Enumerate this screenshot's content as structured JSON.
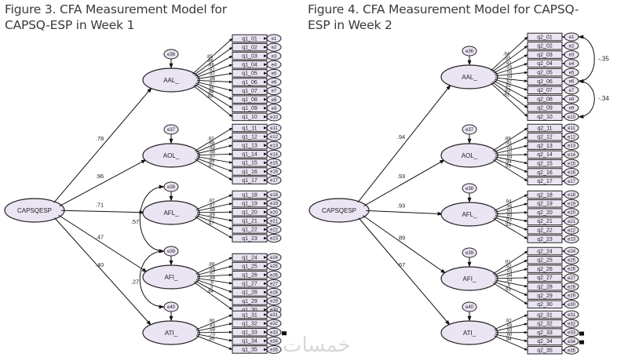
{
  "figures": [
    {
      "id": "week1",
      "title_line1": "Figure 3. CFA Measurement Model for",
      "title_line2": "CAPSQ-ESP in Week 1",
      "root": "CAPSQESP",
      "factors": [
        {
          "name": "AAL_",
          "error": "e36",
          "loading": ".78",
          "items": [
            "q1_01",
            "q1_02",
            "q1_03",
            "q1_04",
            "q1_05",
            "q1_06",
            "q1_07",
            "q1_08",
            "q1_09",
            "q1_10"
          ],
          "errors": [
            "e1",
            "e2",
            "e3",
            "e4",
            "e5",
            "e6",
            "e7",
            "e8",
            "e9",
            "e10"
          ],
          "item_loadings": [
            ".85",
            ".86",
            ".86",
            ".87",
            ".87",
            ".86",
            ".87",
            ".86",
            ".88",
            ".83"
          ]
        },
        {
          "name": "AOL_",
          "error": "e37",
          "loading": ".96",
          "items": [
            "q1_11",
            "q1_12",
            "q1_13",
            "q1_14",
            "q1_15",
            "q1_16",
            "q1_17"
          ],
          "errors": [
            "e11",
            "e12",
            "e13",
            "e14",
            "e15",
            "e16",
            "e17"
          ],
          "item_loadings": [
            ".82",
            ".88",
            ".89",
            ".88",
            ".87",
            ".88",
            ".87"
          ]
        },
        {
          "name": "AFL_",
          "error": "e38",
          "loading": ".71",
          "items": [
            "q1_18",
            "q1_19",
            "q1_20",
            "q1_21",
            "q1_22",
            "q1_23"
          ],
          "errors": [
            "e18",
            "e19",
            "e20",
            "e21",
            "e22",
            "e23"
          ],
          "item_loadings": [
            ".87",
            ".87",
            ".88",
            ".86",
            ".87",
            ".87"
          ]
        },
        {
          "name": "AFI_",
          "error": "e39",
          "loading": ".47",
          "items": [
            "q1_24",
            "q1_25",
            "q1_26",
            "q1_27",
            "q1_28",
            "q1_29",
            "q1_30"
          ],
          "errors": [
            "e24",
            "e25",
            "e26",
            "e27",
            "e28",
            "e29",
            "e30"
          ],
          "item_loadings": [
            ".89",
            ".89",
            ".87",
            ".88",
            ".8",
            ".3",
            ".84"
          ]
        },
        {
          "name": "ATI_",
          "error": "e40",
          "loading": ".40",
          "items": [
            "q1_31",
            "q1_32",
            "q1_33",
            "q1_34",
            "q1_35"
          ],
          "errors": [
            "e31",
            "e32",
            "e33",
            "e34",
            "e35"
          ],
          "item_loadings": [
            ".90",
            ".83",
            ".69",
            ".70",
            ".89"
          ]
        }
      ],
      "covariances": [
        {
          "from": "e38",
          "to": "e39",
          "value": ".57"
        },
        {
          "from": "e39",
          "to": "e40",
          "value": ".27"
        }
      ]
    },
    {
      "id": "week2",
      "title_line1": "Figure 4. CFA Measurement Model for CAPSQ-",
      "title_line2": "ESP in Week 2",
      "root": "CAPSQESP",
      "factors": [
        {
          "name": "AAL_",
          "error": "e36",
          "loading": ".94",
          "items": [
            "q2_01",
            "q2_02",
            "q2_03",
            "q2_04",
            "q2_05",
            "q2_06",
            "q2_07",
            "q2_08",
            "q2_09",
            "q2_10"
          ],
          "errors": [
            "e1",
            "e2",
            "e3",
            "e4",
            "e5",
            "e6",
            "e7",
            "e8",
            "e9",
            "e10"
          ],
          "item_loadings": [
            ".94",
            ".93",
            ".92",
            ".93",
            ".93",
            ".94",
            ".92",
            ".91",
            ".93",
            ".92"
          ]
        },
        {
          "name": "AOL_",
          "error": "e37",
          "loading": ".93",
          "items": [
            "q2_11",
            "q2_12",
            "q2_13",
            "q2_14",
            "q2_15",
            "q2_16",
            "q2_17"
          ],
          "errors": [
            "e11",
            "e12",
            "e13",
            "e14",
            "e15",
            "e16",
            "e17"
          ],
          "item_loadings": [
            ".89",
            ".93",
            ".93",
            ".92",
            ".93",
            ".94",
            ".95"
          ]
        },
        {
          "name": "AFL_",
          "error": "e38",
          "loading": ".93",
          "items": [
            "q2_18",
            "q2_19",
            "q2_20",
            "q2_21",
            "q2_22",
            "q2_23"
          ],
          "errors": [
            "e18",
            "e19",
            "e20",
            "e21",
            "e22",
            "e23"
          ],
          "item_loadings": [
            ".94",
            ".94",
            ".93",
            ".93",
            ".93",
            ".93"
          ]
        },
        {
          "name": "AFI_",
          "error": "e39",
          "loading": ".89",
          "items": [
            "q2_24",
            "q2_25",
            "q2_26",
            "q2_27",
            "q2_28",
            "q2_29",
            "q2_30"
          ],
          "errors": [
            "e24",
            "e25",
            "e26",
            "e27",
            "e28",
            "e29",
            "e30"
          ],
          "item_loadings": [
            ".91",
            ".92",
            ".93",
            ".94",
            ".94",
            ".9",
            ".93"
          ]
        },
        {
          "name": "ATI_",
          "error": "e40",
          "loading": ".67",
          "items": [
            "q2_31",
            "q2_32",
            "q2_33",
            "q2_34",
            "q2_35"
          ],
          "errors": [
            "e31",
            "e32",
            "e33",
            "e34",
            "e35"
          ],
          "item_loadings": [
            ".92",
            ".93",
            ".93",
            ".90",
            ".94"
          ]
        }
      ],
      "covariances": [
        {
          "from": "e1",
          "to": "e6",
          "value": "-.35"
        },
        {
          "from": "e6",
          "to": "e10",
          "value": "-.34"
        }
      ]
    }
  ],
  "watermark": "خمسات"
}
